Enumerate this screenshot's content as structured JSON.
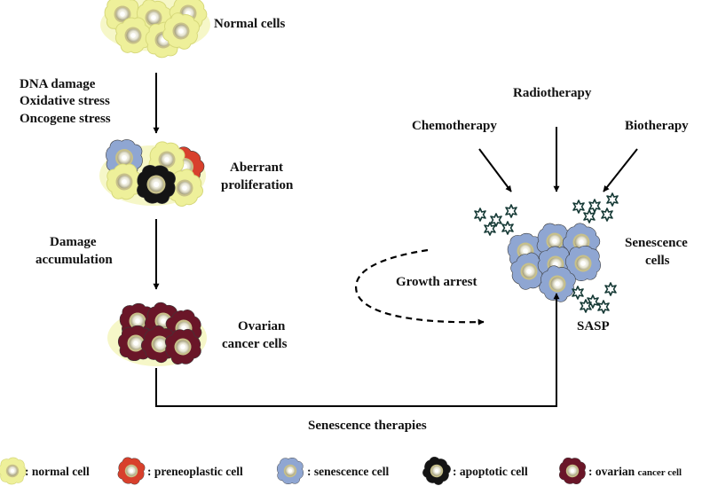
{
  "labels": {
    "normal_cells": "Normal cells",
    "stress_1": "DNA damage",
    "stress_2": "Oxidative stress",
    "stress_3": "Oncogene stress",
    "aberrant_1": "Aberrant",
    "aberrant_2": "proliferation",
    "damage_1": "Damage",
    "damage_2": "accumulation",
    "ovarian_1": "Ovarian",
    "ovarian_2": "cancer cells",
    "radiotherapy": "Radiotherapy",
    "chemotherapy": "Chemotherapy",
    "biotherapy": "Biotherapy",
    "senescence_1": "Senescence",
    "senescence_2": "cells",
    "growth_arrest": "Growth arrest",
    "sasp": "SASP",
    "senescence_therapies": "Senescence therapies"
  },
  "legend": {
    "normal": ": normal cell",
    "preneoplastic": ": preneoplastic cell",
    "senescence": ": senescence cell",
    "apoptotic": ": apoptotic cell",
    "ovarian_prefix": ": ovarian ",
    "ovarian_suffix": "cancer cell"
  },
  "colors": {
    "normal": "#eef09a",
    "preneoplastic": "#d8402c",
    "senescence": "#8fa6d2",
    "apoptotic": "#141414",
    "ovarian": "#6a1628",
    "nucleus_ring": "#b9b47a",
    "line": "#000000"
  },
  "icons": {
    "sasp": "star-icon"
  }
}
